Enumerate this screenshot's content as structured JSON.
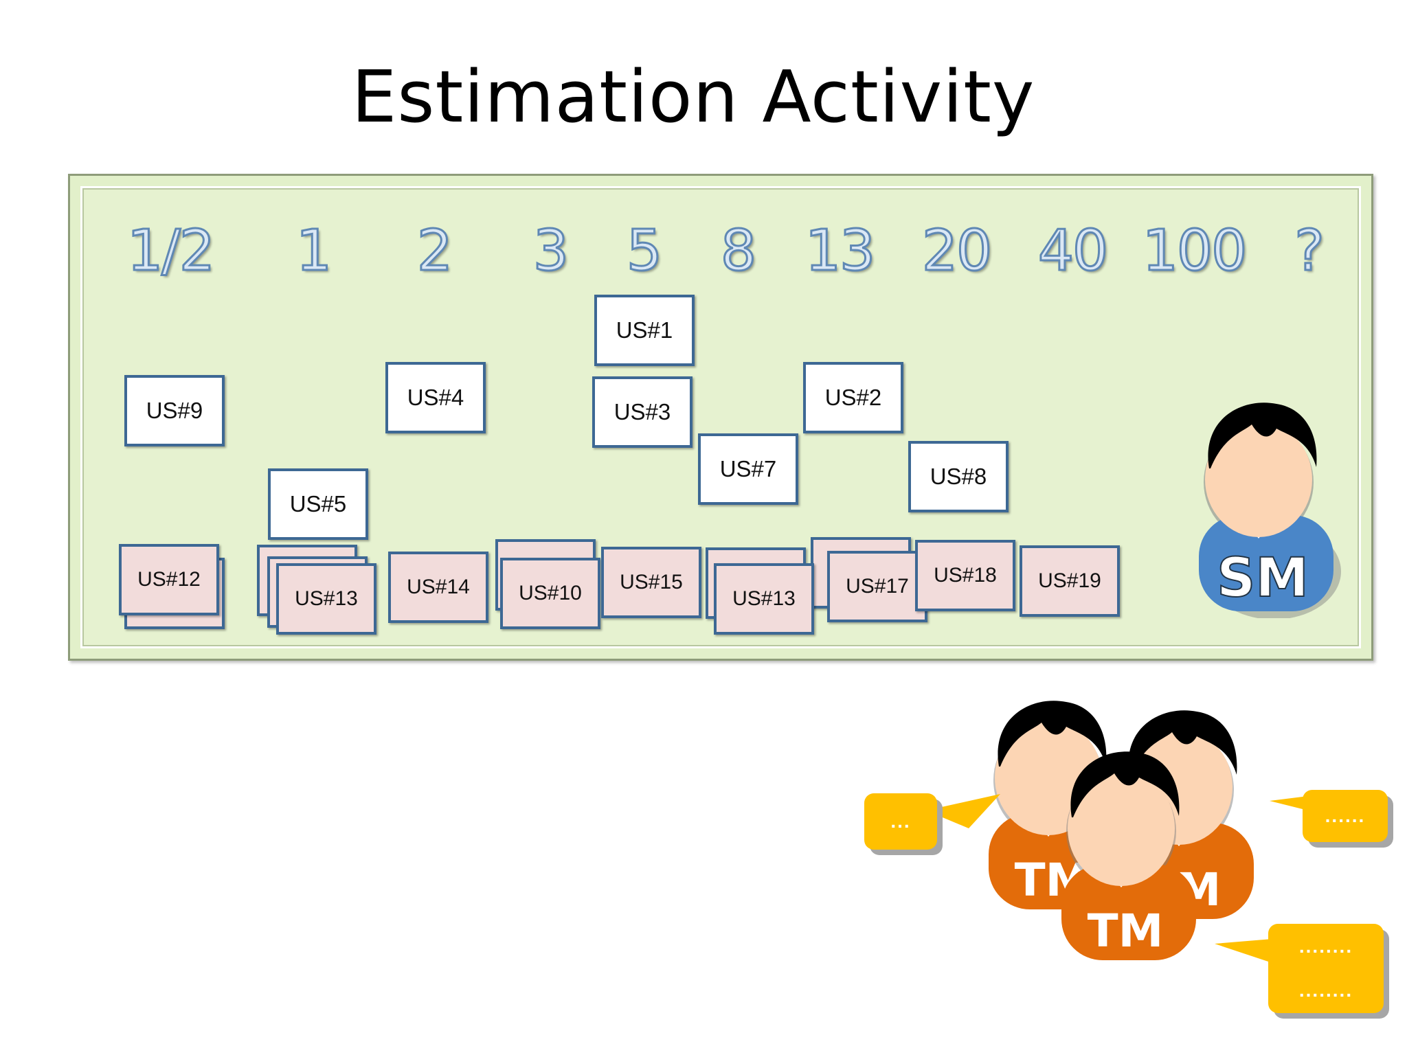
{
  "title": "Estimation Activity",
  "points": [
    "1/2",
    "1",
    "2",
    "3",
    "5",
    "8",
    "13",
    "20",
    "40",
    "100",
    "?"
  ],
  "cards_top": [
    "US#1",
    "US#9",
    "US#4",
    "US#3",
    "US#2",
    "US#7",
    "US#8",
    "US#5"
  ],
  "cards_bottom": [
    "US#12",
    "US#13",
    "US#14",
    "US#10",
    "US#15",
    "US#13",
    "US#17",
    "US#18",
    "US#19"
  ],
  "scrum_master": {
    "label": "SM"
  },
  "team_members": {
    "label": "TM"
  },
  "bubbles": [
    "...",
    "......",
    "........\n........"
  ],
  "colors": {
    "board": "#e2f0ca",
    "card_border": "#3d6894",
    "card_pink": "#f2dcdb",
    "sm_shirt": "#4a86c8",
    "tm_shirt": "#e36c0a",
    "bubble": "#ffc000"
  }
}
